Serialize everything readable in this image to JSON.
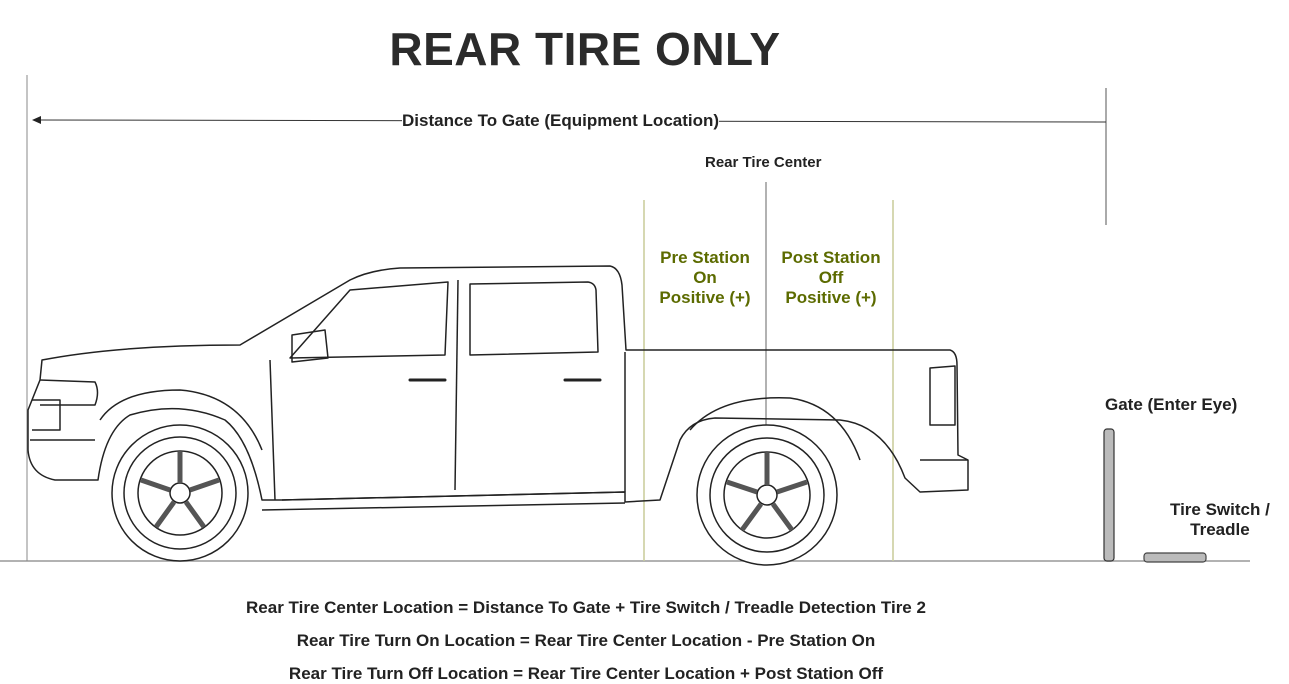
{
  "title": "REAR TIRE ONLY",
  "distance_label": "Distance To Gate (Equipment Location)",
  "rear_tire_center_label": "Rear Tire Center",
  "pre_station": {
    "line1": "Pre Station",
    "line2": "On",
    "line3": "Positive (+)"
  },
  "post_station": {
    "line1": "Post Station",
    "line2": "Off",
    "line3": "Positive (+)"
  },
  "gate_label": "Gate (Enter Eye)",
  "treadle": {
    "line1": "Tire Switch /",
    "line2": "Treadle"
  },
  "formulas": [
    "Rear Tire Center Location = Distance To Gate + Tire Switch / Treadle Detection Tire 2",
    "Rear Tire Turn On Location = Rear Tire Center Location - Pre Station On",
    "Rear Tire Turn Off Location = Rear Tire Center Location + Post Station Off"
  ],
  "colors": {
    "station_text": "#5c6b00",
    "station_line": "#c8cc99",
    "center_line": "#999999"
  }
}
